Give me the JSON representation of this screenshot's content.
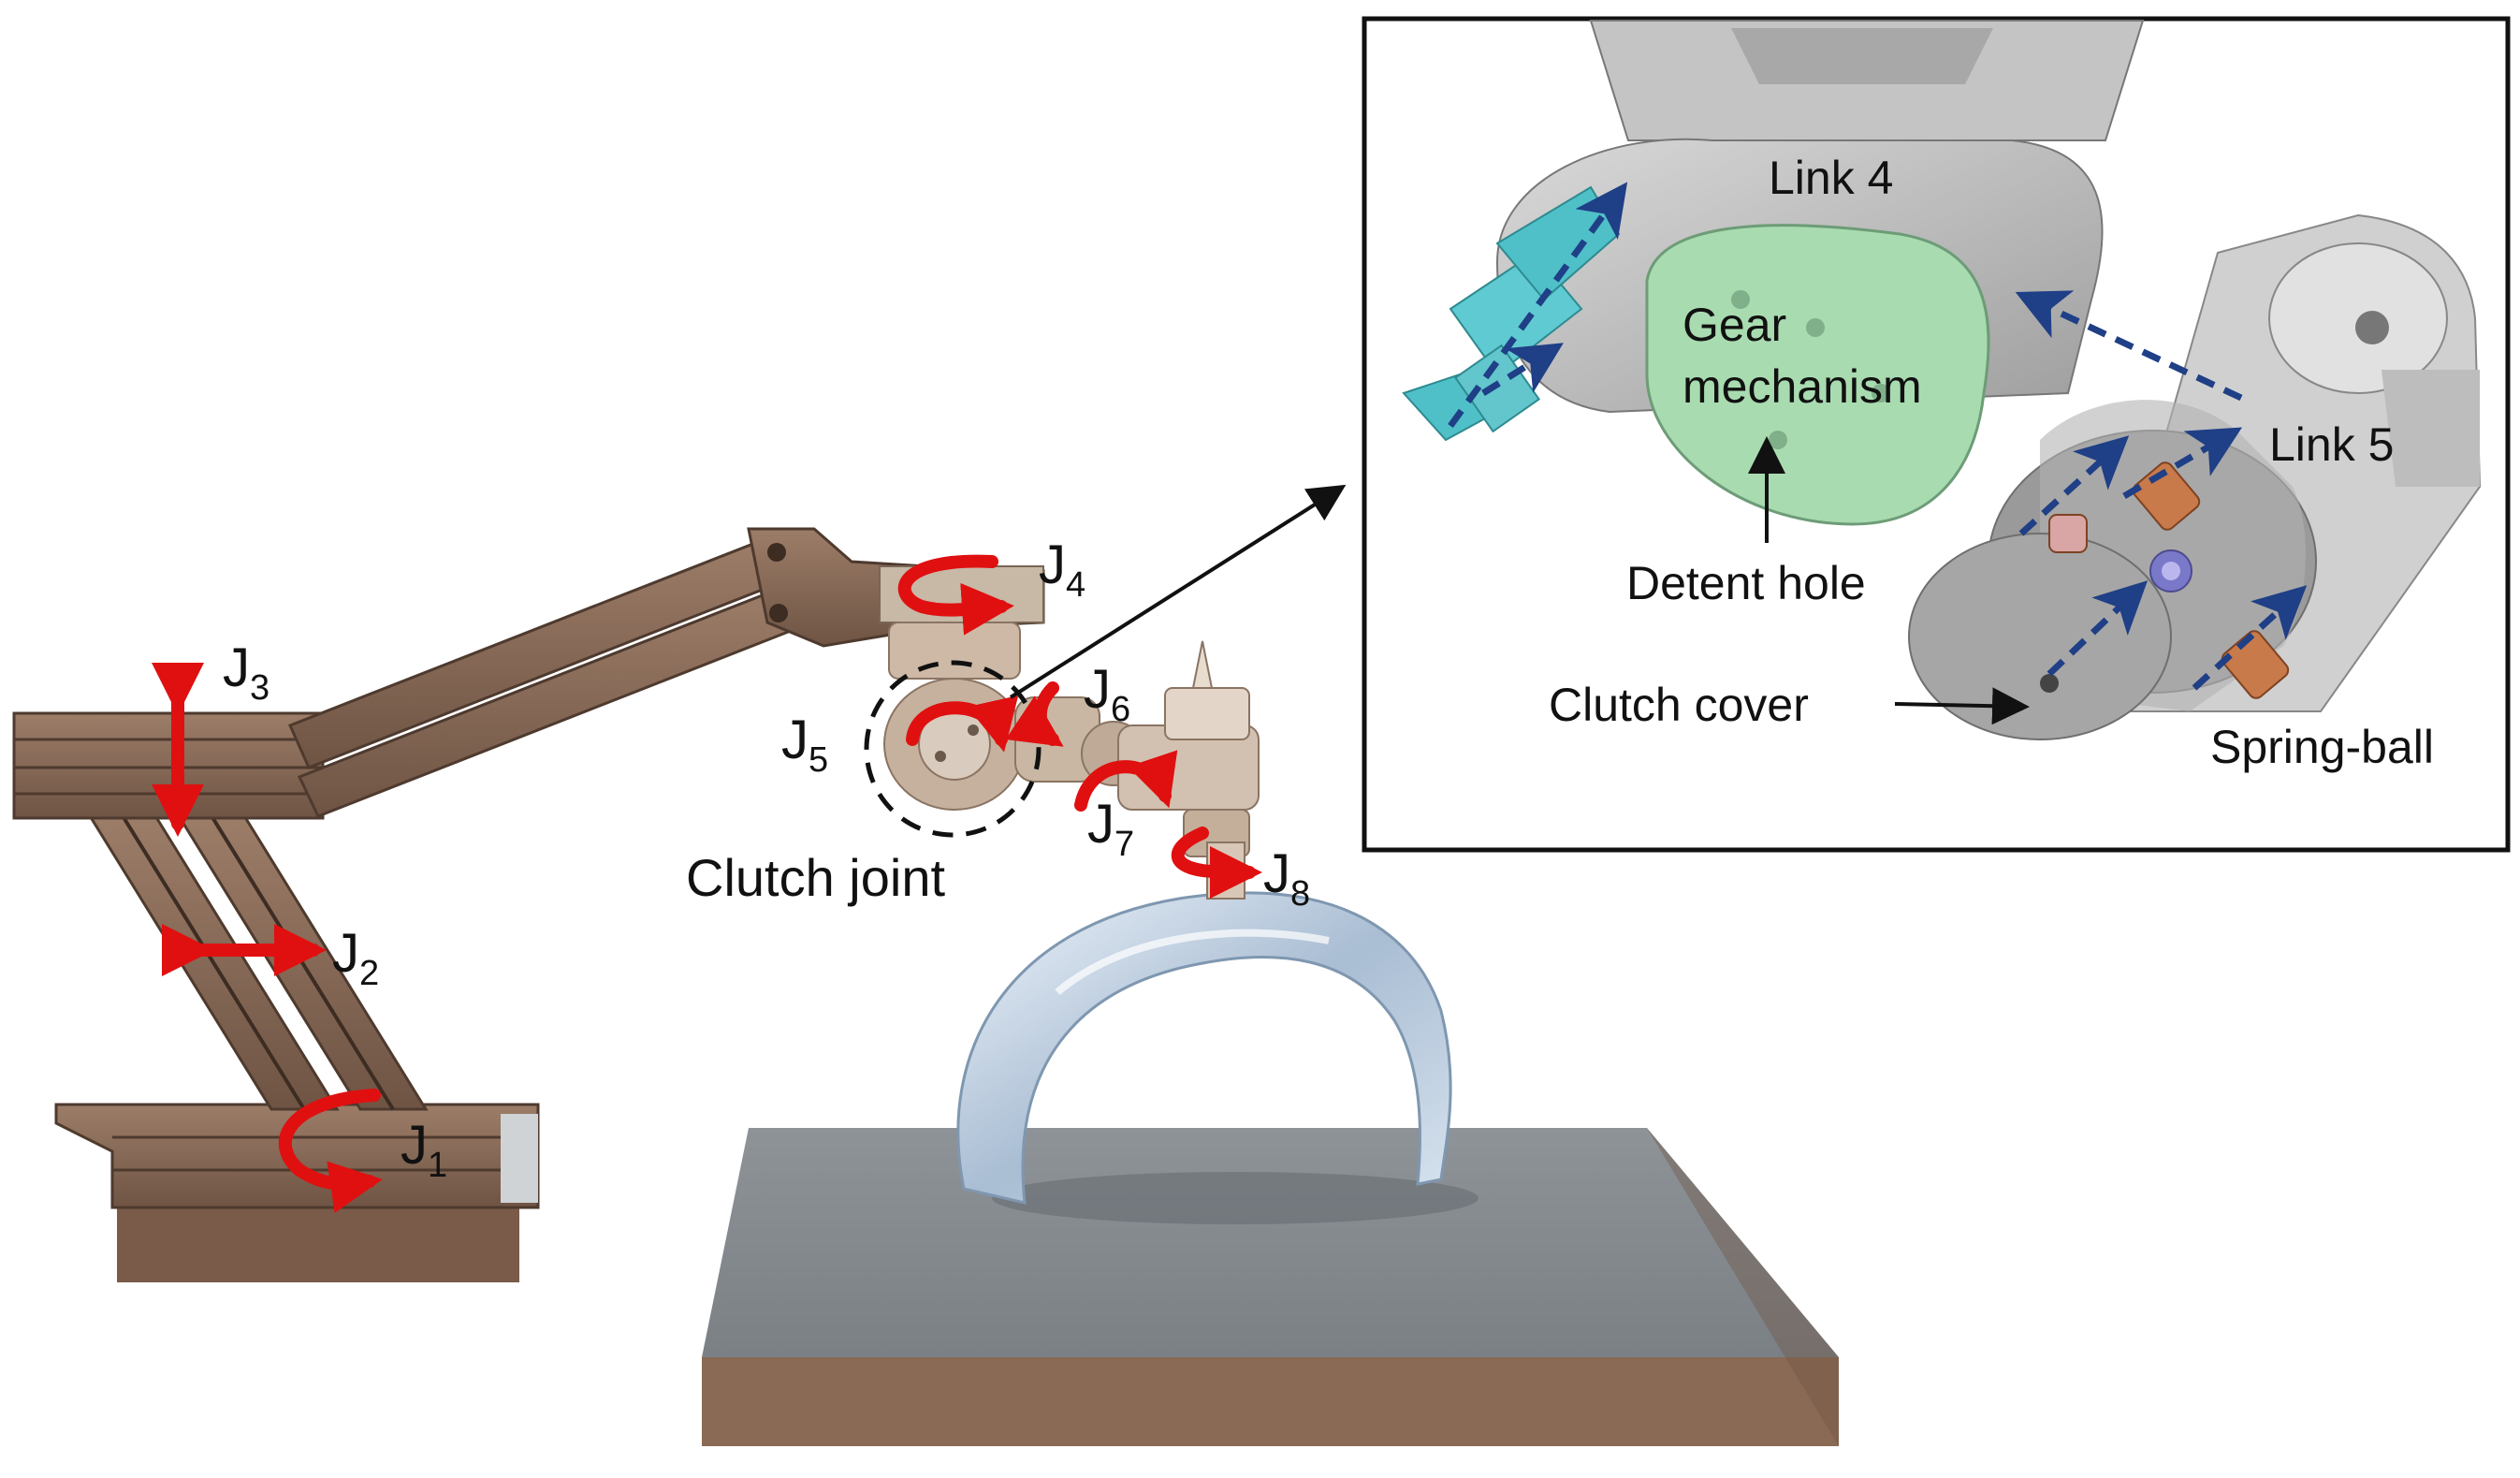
{
  "joints": [
    "J",
    "1",
    "2",
    "3",
    "4",
    "5",
    "6",
    "7",
    "8"
  ],
  "labels": {
    "clutch_joint": "Clutch joint",
    "link4": "Link 4",
    "link5": "Link 5",
    "gear": "Gear",
    "mechanism": "mechanism",
    "detent_hole": "Detent hole",
    "clutch_cover": "Clutch cover",
    "spring_ball": "Spring-ball"
  },
  "colors": {
    "arm_brown": "#8a6b57",
    "arm_dark": "#5e4536",
    "rotation_arrow": "#e01010",
    "inset_arrow": "#1f3f86",
    "gear_green": "#9fd3a8",
    "motor_cyan": "#4fc0c8",
    "spring_copper": "#c97a4a",
    "platform_gray": "#8c9196",
    "platform_side": "#8a6a55"
  },
  "icons": [
    "rotation-arrow-icon",
    "linear-arrow-icon",
    "dashed-axis-arrow-icon",
    "leader-arrow-icon"
  ]
}
